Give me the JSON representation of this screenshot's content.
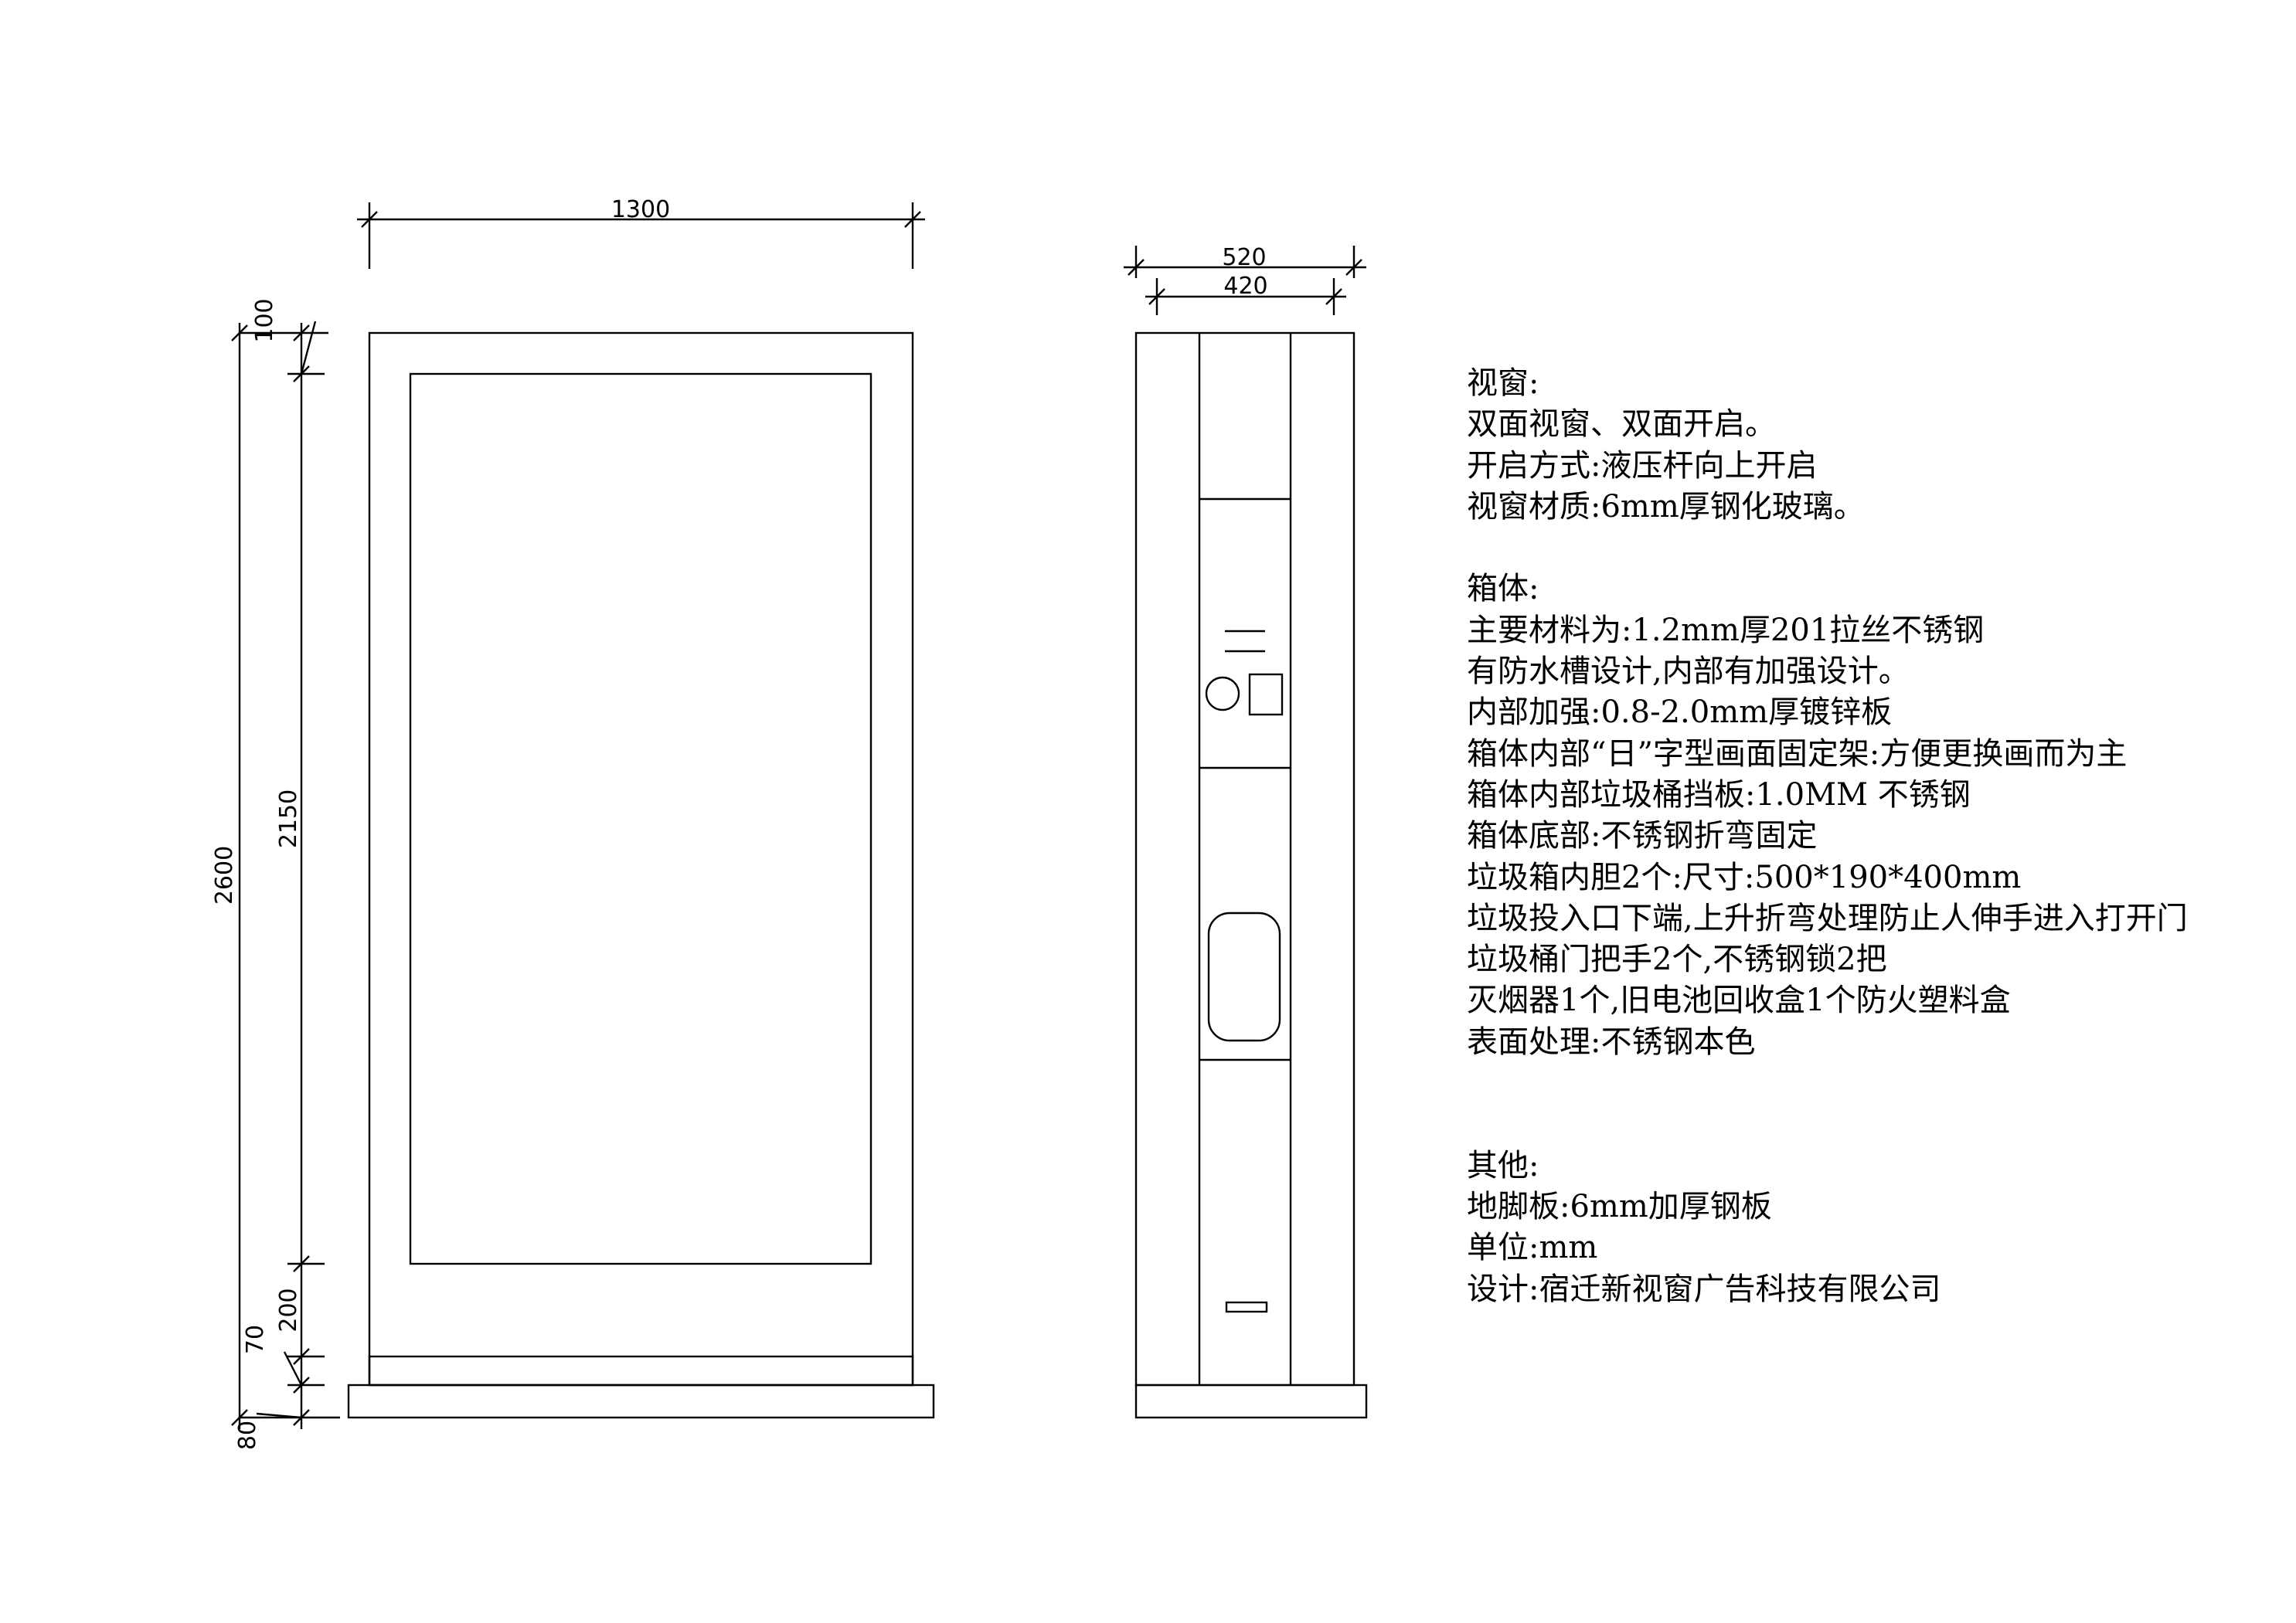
{
  "front_view": {
    "dims": {
      "overall_width": "1300",
      "overall_height": "2600",
      "top_border": "100",
      "window_height": "2150",
      "lower_border": "200",
      "plinth_gap": "70",
      "base_plate": "80"
    }
  },
  "side_view": {
    "dims": {
      "outer_depth": "520",
      "inner_depth": "420"
    }
  },
  "notes": {
    "window": {
      "heading": "视窗:",
      "lines": [
        "双面视窗、双面开启。",
        "开启方式:液压杆向上开启",
        "视窗材质:6mm厚钢化玻璃。"
      ]
    },
    "box": {
      "heading": "箱体:",
      "lines": [
        "主要材料为:1.2mm厚201拉丝不锈钢",
        "有防水槽设计,内部有加强设计。",
        "内部加强:0.8-2.0mm厚镀锌板",
        "箱体内部“日”字型画面固定架:方便更换画而为主",
        "箱体内部垃圾桶挡板:1.0MM 不锈钢",
        "箱体底部:不锈钢折弯固定",
        "垃圾箱内胆2个:尺寸:500*190*400mm",
        "垃圾投入口下端,上升折弯处理防止人伸手进入打开门",
        "垃圾桶门把手2个,不锈钢锁2把",
        "灭烟器1个,旧电池回收盒1个防火塑料盒",
        "表面处理:不锈钢本色"
      ]
    },
    "other": {
      "heading": "其他:",
      "lines": [
        "地脚板:6mm加厚钢板",
        "单位:mm",
        "设计:宿迁新视窗广告科技有限公司"
      ]
    }
  }
}
